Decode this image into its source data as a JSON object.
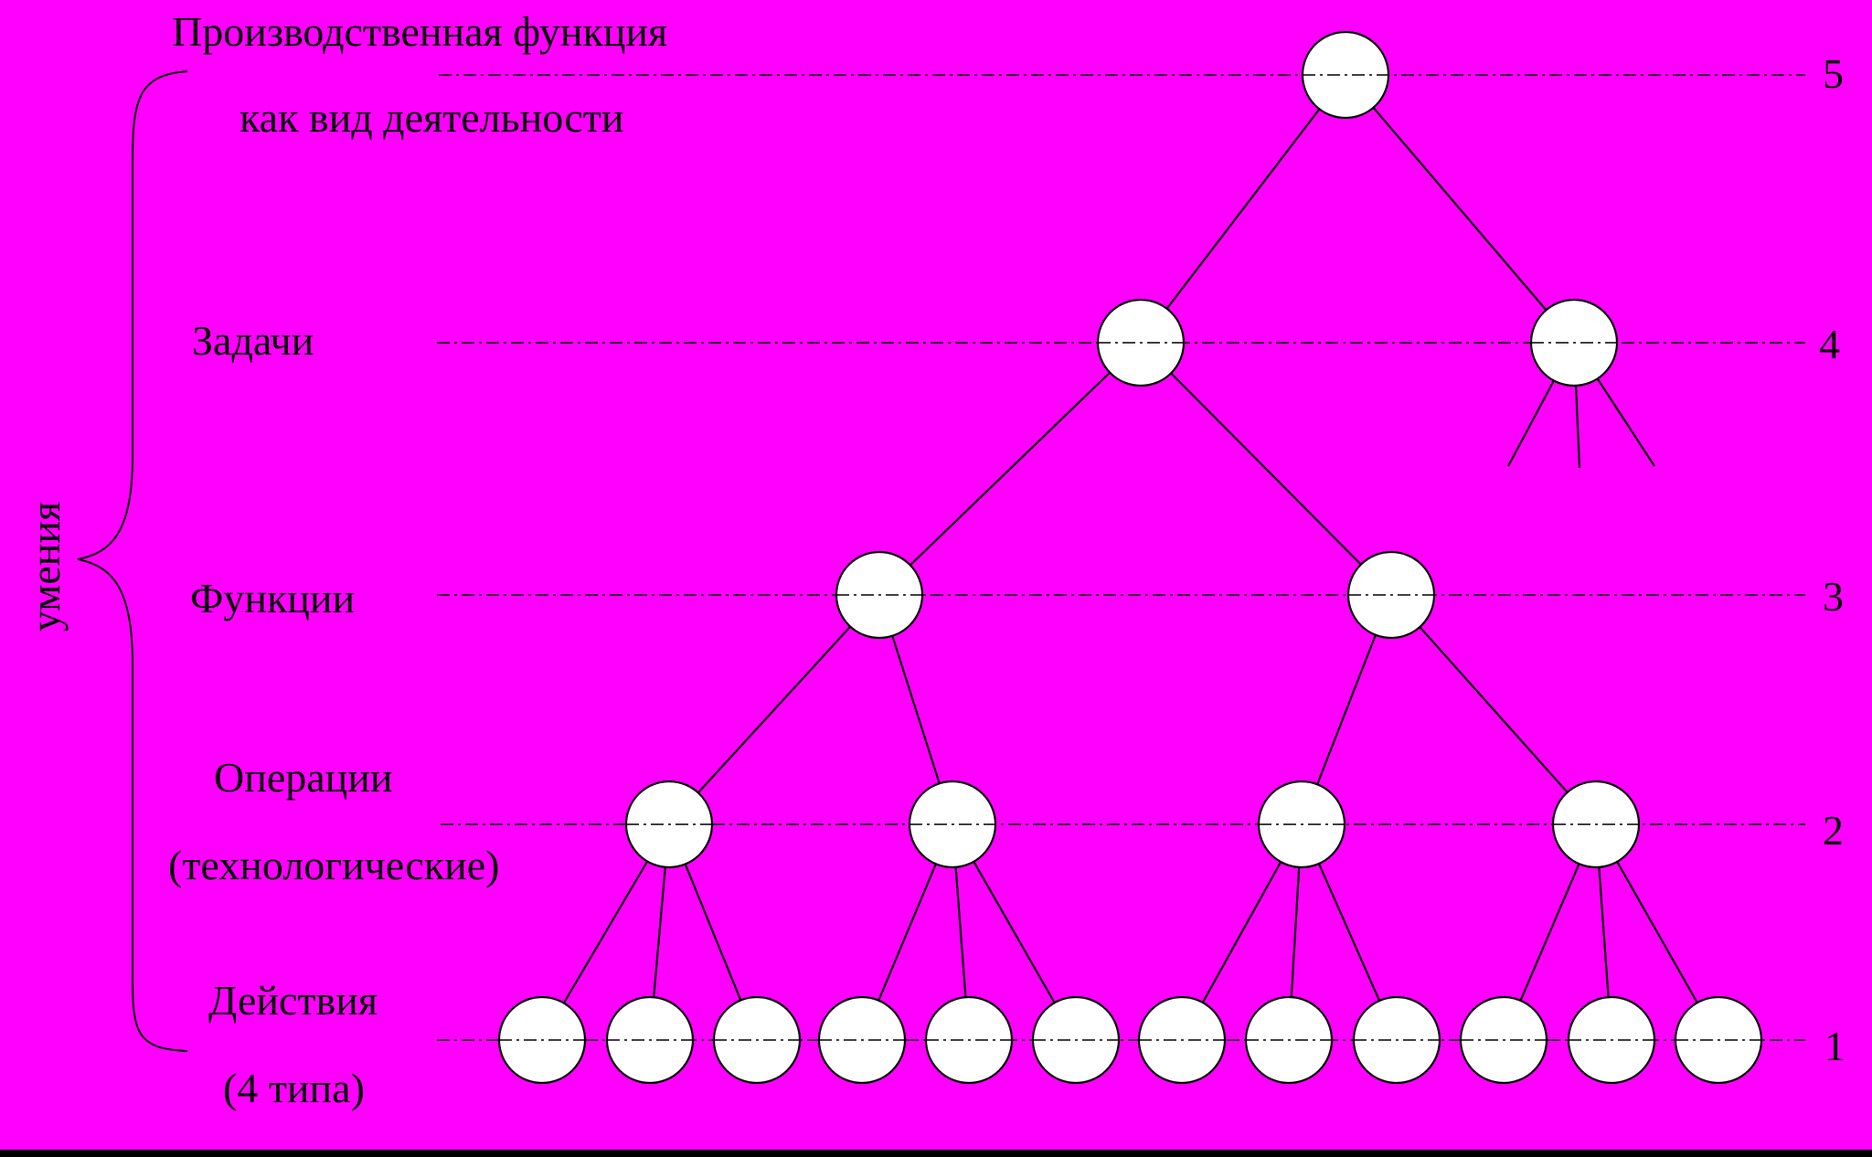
{
  "colors": {
    "background": "#FF00FF",
    "bottom_border": "#000000",
    "node_fill": "#FFFFFF",
    "stroke": "#000000"
  },
  "side_label": "умения",
  "levels": [
    {
      "number": "5",
      "label_lines": [
        "Производственная функция",
        "как вид деятельности"
      ]
    },
    {
      "number": "4",
      "label_lines": [
        "Задачи"
      ]
    },
    {
      "number": "3",
      "label_lines": [
        "Функции"
      ]
    },
    {
      "number": "2",
      "label_lines": [
        "Операции",
        "(технологические)"
      ]
    },
    {
      "number": "1",
      "label_lines": [
        "Действия",
        "(4 типа)"
      ]
    }
  ],
  "tree": {
    "node_counts_by_level": {
      "5": 1,
      "4": 2,
      "3": 2,
      "2": 4,
      "1": 12
    },
    "edges": [
      [
        "L5-0",
        "L4-0"
      ],
      [
        "L5-0",
        "L4-1"
      ],
      [
        "L4-0",
        "L3-0"
      ],
      [
        "L4-0",
        "L3-1"
      ],
      [
        "L3-0",
        "L2-0"
      ],
      [
        "L3-0",
        "L2-1"
      ],
      [
        "L3-1",
        "L2-2"
      ],
      [
        "L3-1",
        "L2-3"
      ],
      [
        "L2-0",
        "L1-0"
      ],
      [
        "L2-0",
        "L1-1"
      ],
      [
        "L2-0",
        "L1-2"
      ],
      [
        "L2-1",
        "L1-3"
      ],
      [
        "L2-1",
        "L1-4"
      ],
      [
        "L2-1",
        "L1-5"
      ],
      [
        "L2-2",
        "L1-6"
      ],
      [
        "L2-2",
        "L1-7"
      ],
      [
        "L2-2",
        "L1-8"
      ],
      [
        "L2-3",
        "L1-9"
      ],
      [
        "L2-3",
        "L1-10"
      ],
      [
        "L2-3",
        "L1-11"
      ]
    ],
    "open_branches": [
      {
        "from": "L4-1",
        "count": 3
      }
    ]
  }
}
